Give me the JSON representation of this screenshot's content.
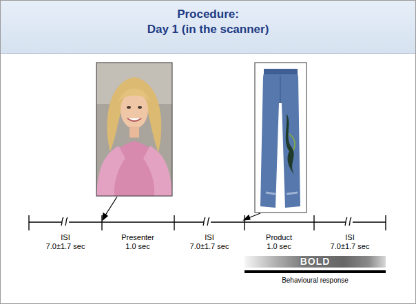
{
  "diagram": {
    "title": "Procedure: Day 1 (in the scanner)",
    "nodes": [
      {
        "text": [
          "BOLD"
        ]
      },
      {
        "text": [
          "Behavioural response"
        ]
      }
    ],
    "labels": [
      "ISI",
      "7.0±1.7 sec",
      "Presenter",
      "1.0 sec",
      "ISI",
      "7.0±1.7 sec",
      "Product",
      "1.0 sec",
      "ISI",
      "7.0±1.7 sec"
    ]
  }
}
